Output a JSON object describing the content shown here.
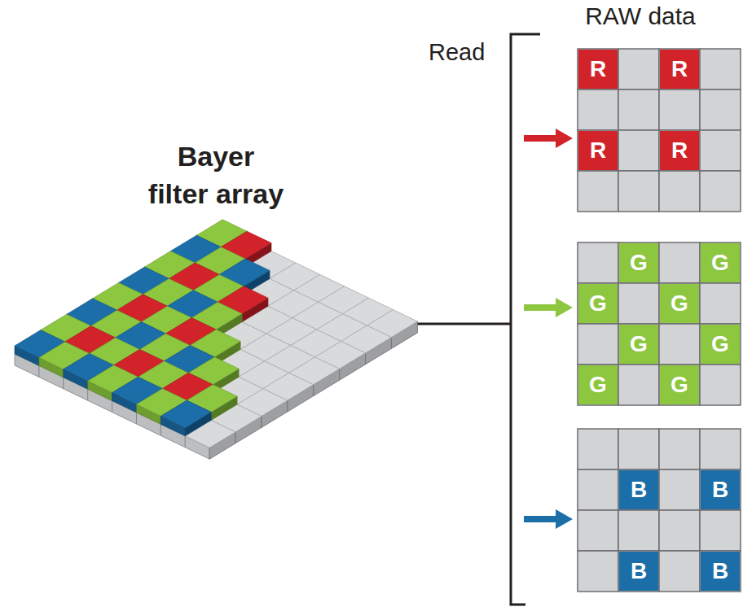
{
  "diagram": {
    "nodes": [
      {
        "text": [
          "R"
        ]
      },
      {
        "text": [
          "R"
        ]
      },
      {
        "text": [
          "R"
        ]
      },
      {
        "text": [
          "R"
        ]
      },
      {
        "text": [
          "G"
        ]
      },
      {
        "text": [
          "G"
        ]
      },
      {
        "text": [
          "G"
        ]
      },
      {
        "text": [
          "G"
        ]
      },
      {
        "text": [
          "G"
        ]
      },
      {
        "text": [
          "G"
        ]
      },
      {
        "text": [
          "G"
        ]
      },
      {
        "text": [
          "G"
        ]
      },
      {
        "text": [
          "B"
        ]
      },
      {
        "text": [
          "B"
        ]
      },
      {
        "text": [
          "B"
        ]
      },
      {
        "text": [
          "B"
        ]
      }
    ],
    "labels": [
      "Bayer filter array",
      "Read",
      "RAW data"
    ]
  }
}
